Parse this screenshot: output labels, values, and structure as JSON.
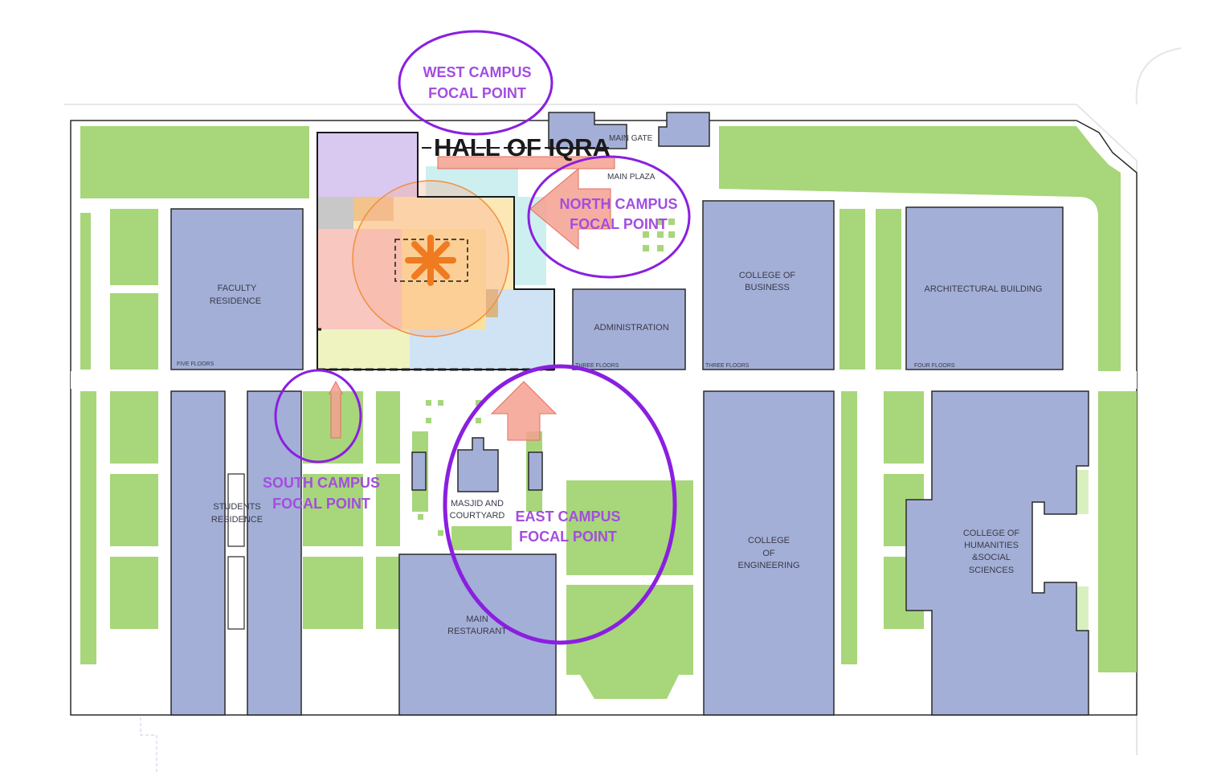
{
  "map": {
    "title": "HALL OF IQRA",
    "plaza_labels": {
      "main_gate": "MAIN GATE",
      "main_plaza": "MAIN PLAZA"
    },
    "focal_points": [
      {
        "line1": "WEST CAMPUS",
        "line2": "FOCAL POINT"
      },
      {
        "line1": "NORTH CAMPUS",
        "line2": "FOCAL POINT"
      },
      {
        "line1": "SOUTH CAMPUS",
        "line2": "FOCAL POINT"
      },
      {
        "line1": "EAST CAMPUS",
        "line2": "FOCAL POINT"
      }
    ],
    "buildings": {
      "faculty": {
        "line1": "FACULTY",
        "line2": "RESIDENCE",
        "floors": "FIVE FLOORS"
      },
      "administration": {
        "line1": "ADMINISTRATION",
        "floors": "THREE FLOORS"
      },
      "business": {
        "line1": "COLLEGE OF",
        "line2": "BUSINESS",
        "floors": "THREE FLOORS"
      },
      "architecture": {
        "line1": "ARCHITECTURAL BUILDING",
        "floors": "FOUR FLOORS"
      },
      "students": {
        "line1": "STUDENTS",
        "line2": "RESIDENCE"
      },
      "masjid": {
        "line1": "MASJID AND",
        "line2": "COURTYARD"
      },
      "restaurant": {
        "line1": "MAIN",
        "line2": "RESTAURANT"
      },
      "engineering": {
        "line1": "COLLEGE",
        "line2": "OF",
        "line3": "ENGINEERING"
      },
      "humanities": {
        "line1": "COLLEGE OF",
        "line2": "HUMANITIES",
        "line3": "&SOCIAL",
        "line4": "SCIENCES"
      }
    },
    "colors": {
      "building": "#a3afd6",
      "green": "#a8d67a",
      "focal_ring": "#8a1fe0",
      "focal_text": "#a34de0",
      "arrow": "#f4a090",
      "star": "#f07a20"
    }
  }
}
